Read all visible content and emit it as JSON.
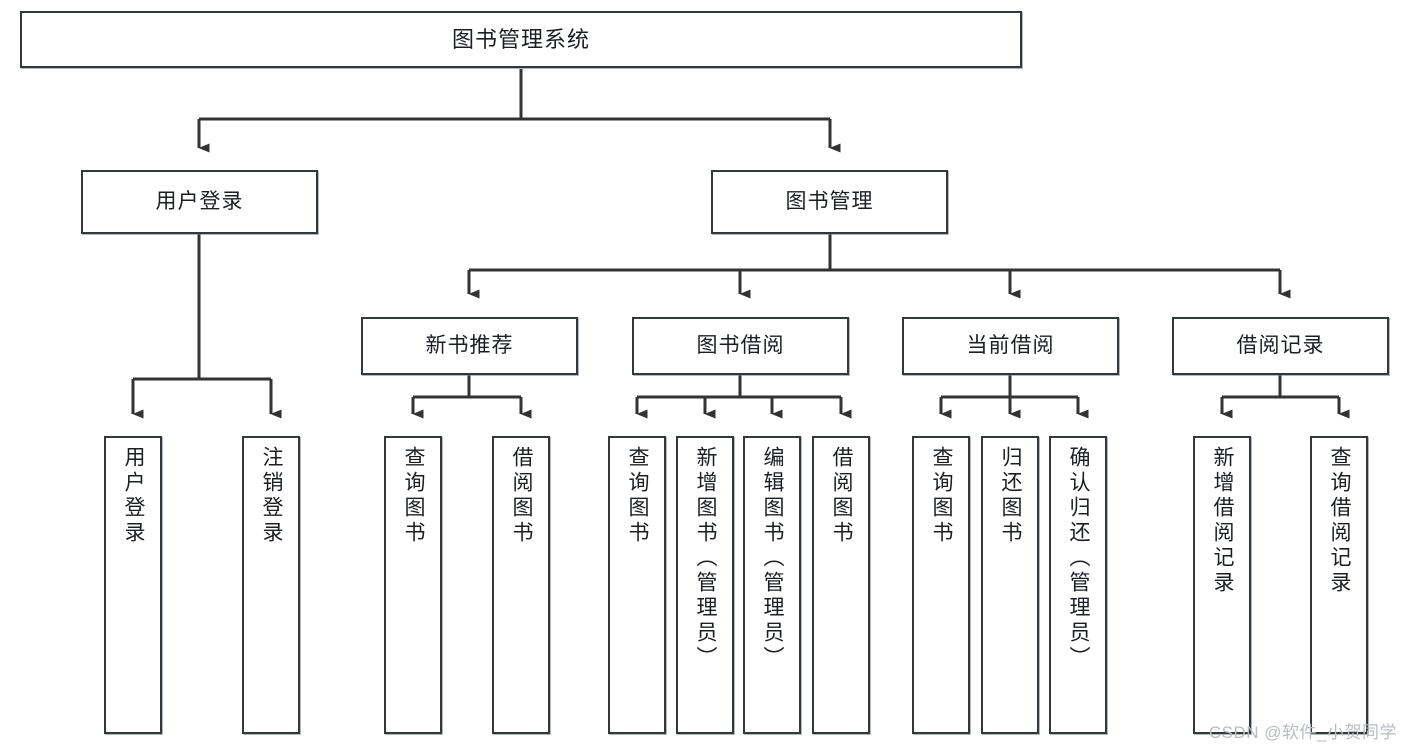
{
  "diagram": {
    "type": "tree",
    "title": "图书管理系统",
    "watermark": "CSDN @软件_小贺同学",
    "colors": {
      "box_border": "#33383d",
      "box_fill": "#ffffff",
      "connector": "#333333",
      "text": "#1b1f23",
      "watermark": "#b9bcc0"
    },
    "nodes": {
      "root": {
        "label": "图书管理系统"
      },
      "level2": [
        {
          "label": "用户登录"
        },
        {
          "label": "图书管理"
        }
      ],
      "level3": [
        {
          "label": "新书推荐"
        },
        {
          "label": "图书借阅"
        },
        {
          "label": "当前借阅"
        },
        {
          "label": "借阅记录"
        }
      ],
      "leaves": {
        "user_login": [
          {
            "label": "用户登录"
          },
          {
            "label": "注销登录"
          }
        ],
        "new_book": [
          {
            "label": "查询图书"
          },
          {
            "label": "借阅图书"
          }
        ],
        "book_borrow": [
          {
            "label": "查询图书"
          },
          {
            "label": "新增图书（管理员）"
          },
          {
            "label": "编辑图书（管理员）"
          },
          {
            "label": "借阅图书"
          }
        ],
        "current_borrow": [
          {
            "label": "查询图书"
          },
          {
            "label": "归还图书"
          },
          {
            "label": "确认归还（管理员）"
          }
        ],
        "borrow_record": [
          {
            "label": "新增借阅记录"
          },
          {
            "label": "查询借阅记录"
          }
        ]
      }
    }
  }
}
